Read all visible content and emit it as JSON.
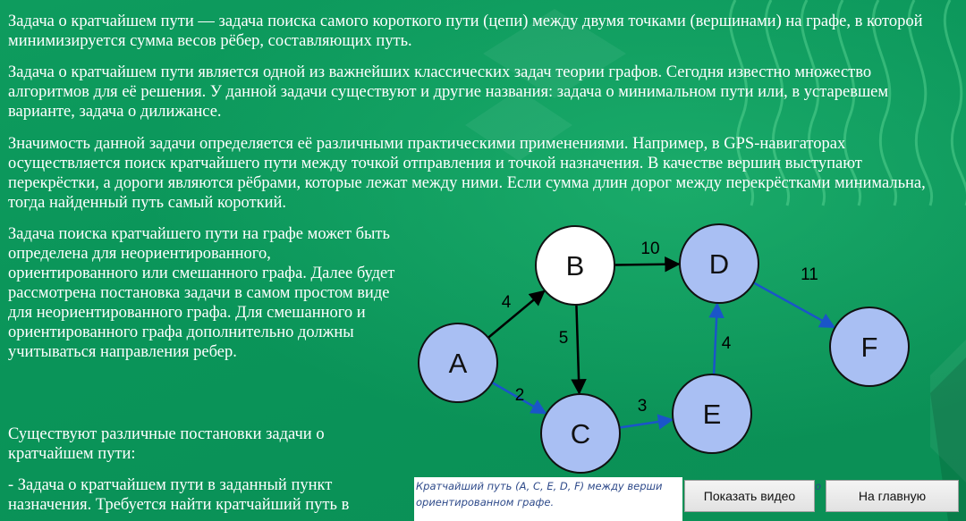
{
  "paragraphs": {
    "p1": "Задача о кратчайшем пути — задача поиска самого короткого пути (цепи) между двумя точками (вершинами) на графе, в которой минимизируется сумма весов рёбер, составляющих путь.",
    "p2": "Задача о кратчайшем пути является одной из важнейших классических задач теории графов. Сегодня известно множество алгоритмов для её решения. У данной задачи существуют и другие названия: задача о минимальном пути или, в устаревшем варианте, задача о дилижансе.",
    "p3": "Значимость данной задачи определяется её различными практическими применениями. Например, в GPS-навигаторах осуществляется поиск кратчайшего пути между точкой отправления и точкой назначения. В качестве вершин выступают перекрёстки, а дороги являются рёбрами, которые лежат между ними. Если сумма длин дорог между перекрёстками минимальна, тогда найденный путь самый короткий.",
    "p4": "Задача поиска кратчайшего пути на графе может быть определена для неориентированного, ориентированного или смешанного графа. Далее будет рассмотрена постановка задачи в самом простом виде для неориентированного графа. Для смешанного и ориентированного графа дополнительно должны учитываться направления ребер.",
    "p5": "Существуют различные постановки задачи о кратчайшем пути:",
    "p6": "- Задача о кратчайшем пути в заданный пункт назначения. Требуется найти кратчайший путь в"
  },
  "graph": {
    "nodes": [
      "A",
      "B",
      "C",
      "D",
      "E",
      "F"
    ],
    "edges": [
      {
        "from": "A",
        "to": "B",
        "weight": "4"
      },
      {
        "from": "B",
        "to": "C",
        "weight": "5"
      },
      {
        "from": "A",
        "to": "C",
        "weight": "2"
      },
      {
        "from": "B",
        "to": "D",
        "weight": "10"
      },
      {
        "from": "C",
        "to": "E",
        "weight": "3"
      },
      {
        "from": "E",
        "to": "D",
        "weight": "4"
      },
      {
        "from": "D",
        "to": "F",
        "weight": "11"
      }
    ],
    "path_nodes": [
      "A",
      "C",
      "E",
      "D",
      "F"
    ],
    "colors": {
      "path_node_fill": "#a9bff3",
      "normal_node_fill": "#ffffff",
      "path_edge": "#1a55c9",
      "normal_edge": "#000000"
    }
  },
  "caption": {
    "line1": "Кратчайший путь (A, C, E, D, F) между верши",
    "line2": "ориентированном графе.",
    "overflow": "о"
  },
  "buttons": {
    "video": "Показать видео",
    "home": "На главную"
  }
}
